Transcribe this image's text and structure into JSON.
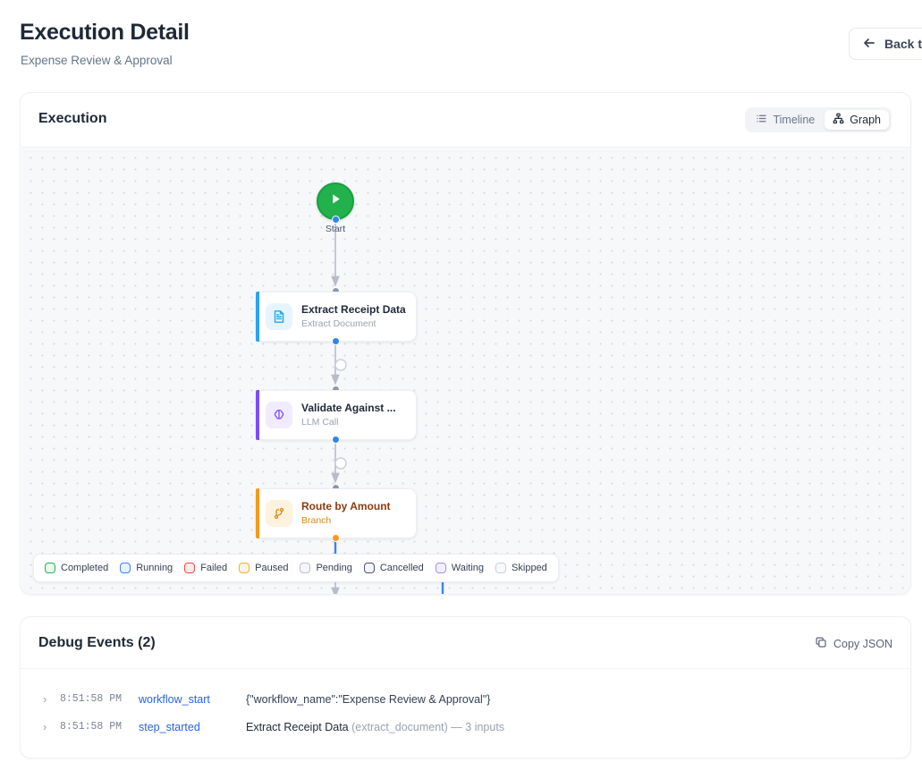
{
  "header": {
    "title": "Execution Detail",
    "subtitle": "Expense Review & Approval",
    "back_button": "Back t"
  },
  "execution": {
    "title": "Execution",
    "view_toggle": {
      "options": [
        "Timeline",
        "Graph"
      ],
      "timeline_label": "Timeline",
      "graph_label": "Graph",
      "active": "Graph"
    },
    "graph": {
      "start_label": "Start",
      "nodes": [
        {
          "label": "Extract Receipt Data",
          "type": "Extract Document",
          "accent": "#2ba3ef",
          "tile_bg": "#e6f4fe",
          "icon": "document-icon"
        },
        {
          "label": "Validate Against ...",
          "type": "LLM Call",
          "accent": "#7c4dff",
          "tile_bg": "#f1ebff",
          "icon": "brain-icon"
        },
        {
          "label": "Route by Amount",
          "type": "Branch",
          "accent": "#f59b1c",
          "tile_bg": "#fdf1e0",
          "icon": "branch-icon"
        }
      ]
    },
    "legend": [
      {
        "label": "Completed",
        "color": "#22b14c"
      },
      {
        "label": "Running",
        "color": "#3b82f6"
      },
      {
        "label": "Failed",
        "color": "#ef4444"
      },
      {
        "label": "Paused",
        "color": "#f5ae2d"
      },
      {
        "label": "Pending",
        "color": "#cbd2dd"
      },
      {
        "label": "Cancelled",
        "color": "#4b5563"
      },
      {
        "label": "Waiting",
        "color": "#a78bfa"
      },
      {
        "label": "Skipped",
        "color": "#dde2ea"
      }
    ]
  },
  "debug": {
    "title": "Debug Events (2)",
    "copy_json_label": "Copy JSON",
    "events": [
      {
        "time": "8:51:58 PM",
        "type": "workflow_start",
        "detail_plain": "{\"workflow_name\":\"Expense Review & Approval\"}",
        "detail_strong": "",
        "detail_muted": "",
        "detail_tail": ""
      },
      {
        "time": "8:51:58 PM",
        "type": "step_started",
        "detail_plain": "",
        "detail_strong": "Extract Receipt Data",
        "detail_muted": "(extract_document)",
        "detail_tail": "— 3 inputs"
      }
    ]
  }
}
